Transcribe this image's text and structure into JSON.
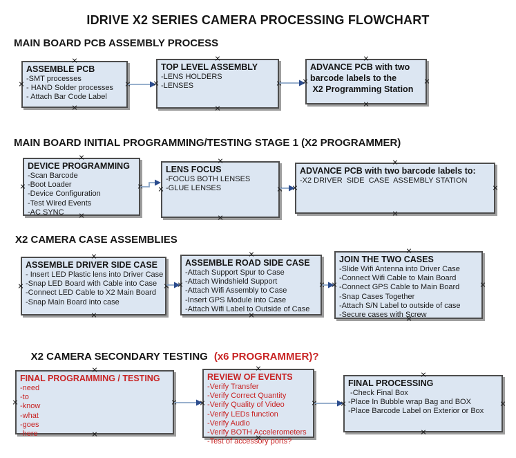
{
  "title": "IDRIVE X2  SERIES CAMERA PROCESSING FLOWCHART",
  "colors": {
    "box_fill": "#dce6f2",
    "box_border": "#4d4d4d",
    "shadow": "#9e9e9e",
    "red": "#c82323",
    "arrow_line": "#8aa5c6",
    "arrow_head": "#2c4d8e"
  },
  "sections": [
    {
      "heading": {
        "text": "MAIN BOARD PCB ASSEMBLY PROCESS"
      },
      "boxes": [
        {
          "title_lines": [
            "ASSEMBLE PCB"
          ],
          "items": [
            "-SMT processes",
            "- HAND Solder processes",
            "- Attach Bar Code Label"
          ]
        },
        {
          "title_lines": [
            "TOP LEVEL ASSEMBLY"
          ],
          "items": [
            "-LENS HOLDERS",
            "-LENSES"
          ]
        },
        {
          "title_lines": [
            "ADVANCE PCB with two",
            "barcode labels to the",
            " X2 Programming Station"
          ],
          "items": []
        }
      ]
    },
    {
      "heading": {
        "text": "MAIN BOARD INITIAL PROGRAMMING/TESTING STAGE 1 (X2 PROGRAMMER)"
      },
      "boxes": [
        {
          "title_lines": [
            "DEVICE PROGRAMMING"
          ],
          "items": [
            "-Scan Barcode",
            "-Boot Loader",
            "-Device Configuration",
            "-Test Wired Events",
            "-AC SYNC"
          ]
        },
        {
          "title_lines": [
            "LENS FOCUS"
          ],
          "items": [
            "-FOCUS BOTH LENSES",
            "-GLUE LENSES"
          ]
        },
        {
          "title_lines": [
            "ADVANCE PCB with two barcode labels to:"
          ],
          "items": [
            "-X2 DRIVER  SIDE  CASE  ASSEMBLY STATION"
          ]
        }
      ]
    },
    {
      "heading": {
        "text": "X2 CAMERA CASE ASSEMBLIES"
      },
      "boxes": [
        {
          "title_lines": [
            "ASSEMBLE DRIVER SIDE CASE"
          ],
          "items": [
            "- Insert LED Plastic lens into Driver Case",
            "-Snap LED Board with Cable into Case",
            "-Connect LED Cable to X2 Main Board",
            "-Snap Main Board into case"
          ]
        },
        {
          "title_lines": [
            "ASSEMBLE ROAD SIDE CASE"
          ],
          "items": [
            "-Attach Support Spur to Case",
            "-Attach Windshield Support",
            "-Attach Wifi Assembly to Case",
            "-Insert GPS Module into Case",
            "-Attach Wifi Label to Outside of Case"
          ]
        },
        {
          "title_lines": [
            "JOIN THE TWO CASES"
          ],
          "items": [
            "-Slide Wifi Antenna into Driver Case",
            "-Connect Wifi Cable to Main Board",
            "-Connect GPS Cable to Main Board",
            "-Snap Cases Together",
            "-Attach S/N Label to outside of case",
            "-Secure cases with Screw"
          ]
        }
      ]
    },
    {
      "heading": {
        "text": "X2 CAMERA SECONDARY TESTING",
        "suffix": "(x6 PROGRAMMER)?"
      },
      "boxes": [
        {
          "title_lines": [
            "FINAL PROGRAMMING / TESTING"
          ],
          "items": [
            "-need",
            "-to",
            "-know",
            "-what",
            "-goes",
            "-here"
          ]
        },
        {
          "title_lines": [
            "REVIEW OF EVENTS"
          ],
          "items": [
            "-Verify Transfer",
            "-Verify Correct Quantity",
            "-Verify Quality of Video",
            "-Verify LEDs function",
            "-Verify Audio",
            "-Verify BOTH Accelerometers",
            "-Test of accessory ports?"
          ]
        },
        {
          "title_lines": [
            "FINAL PROCESSING"
          ],
          "items": [
            " -Check Final Box",
            "-Place In Bubble wrap Bag and BOX",
            "-Place Barcode Label on Exterior or Box"
          ]
        }
      ]
    }
  ]
}
